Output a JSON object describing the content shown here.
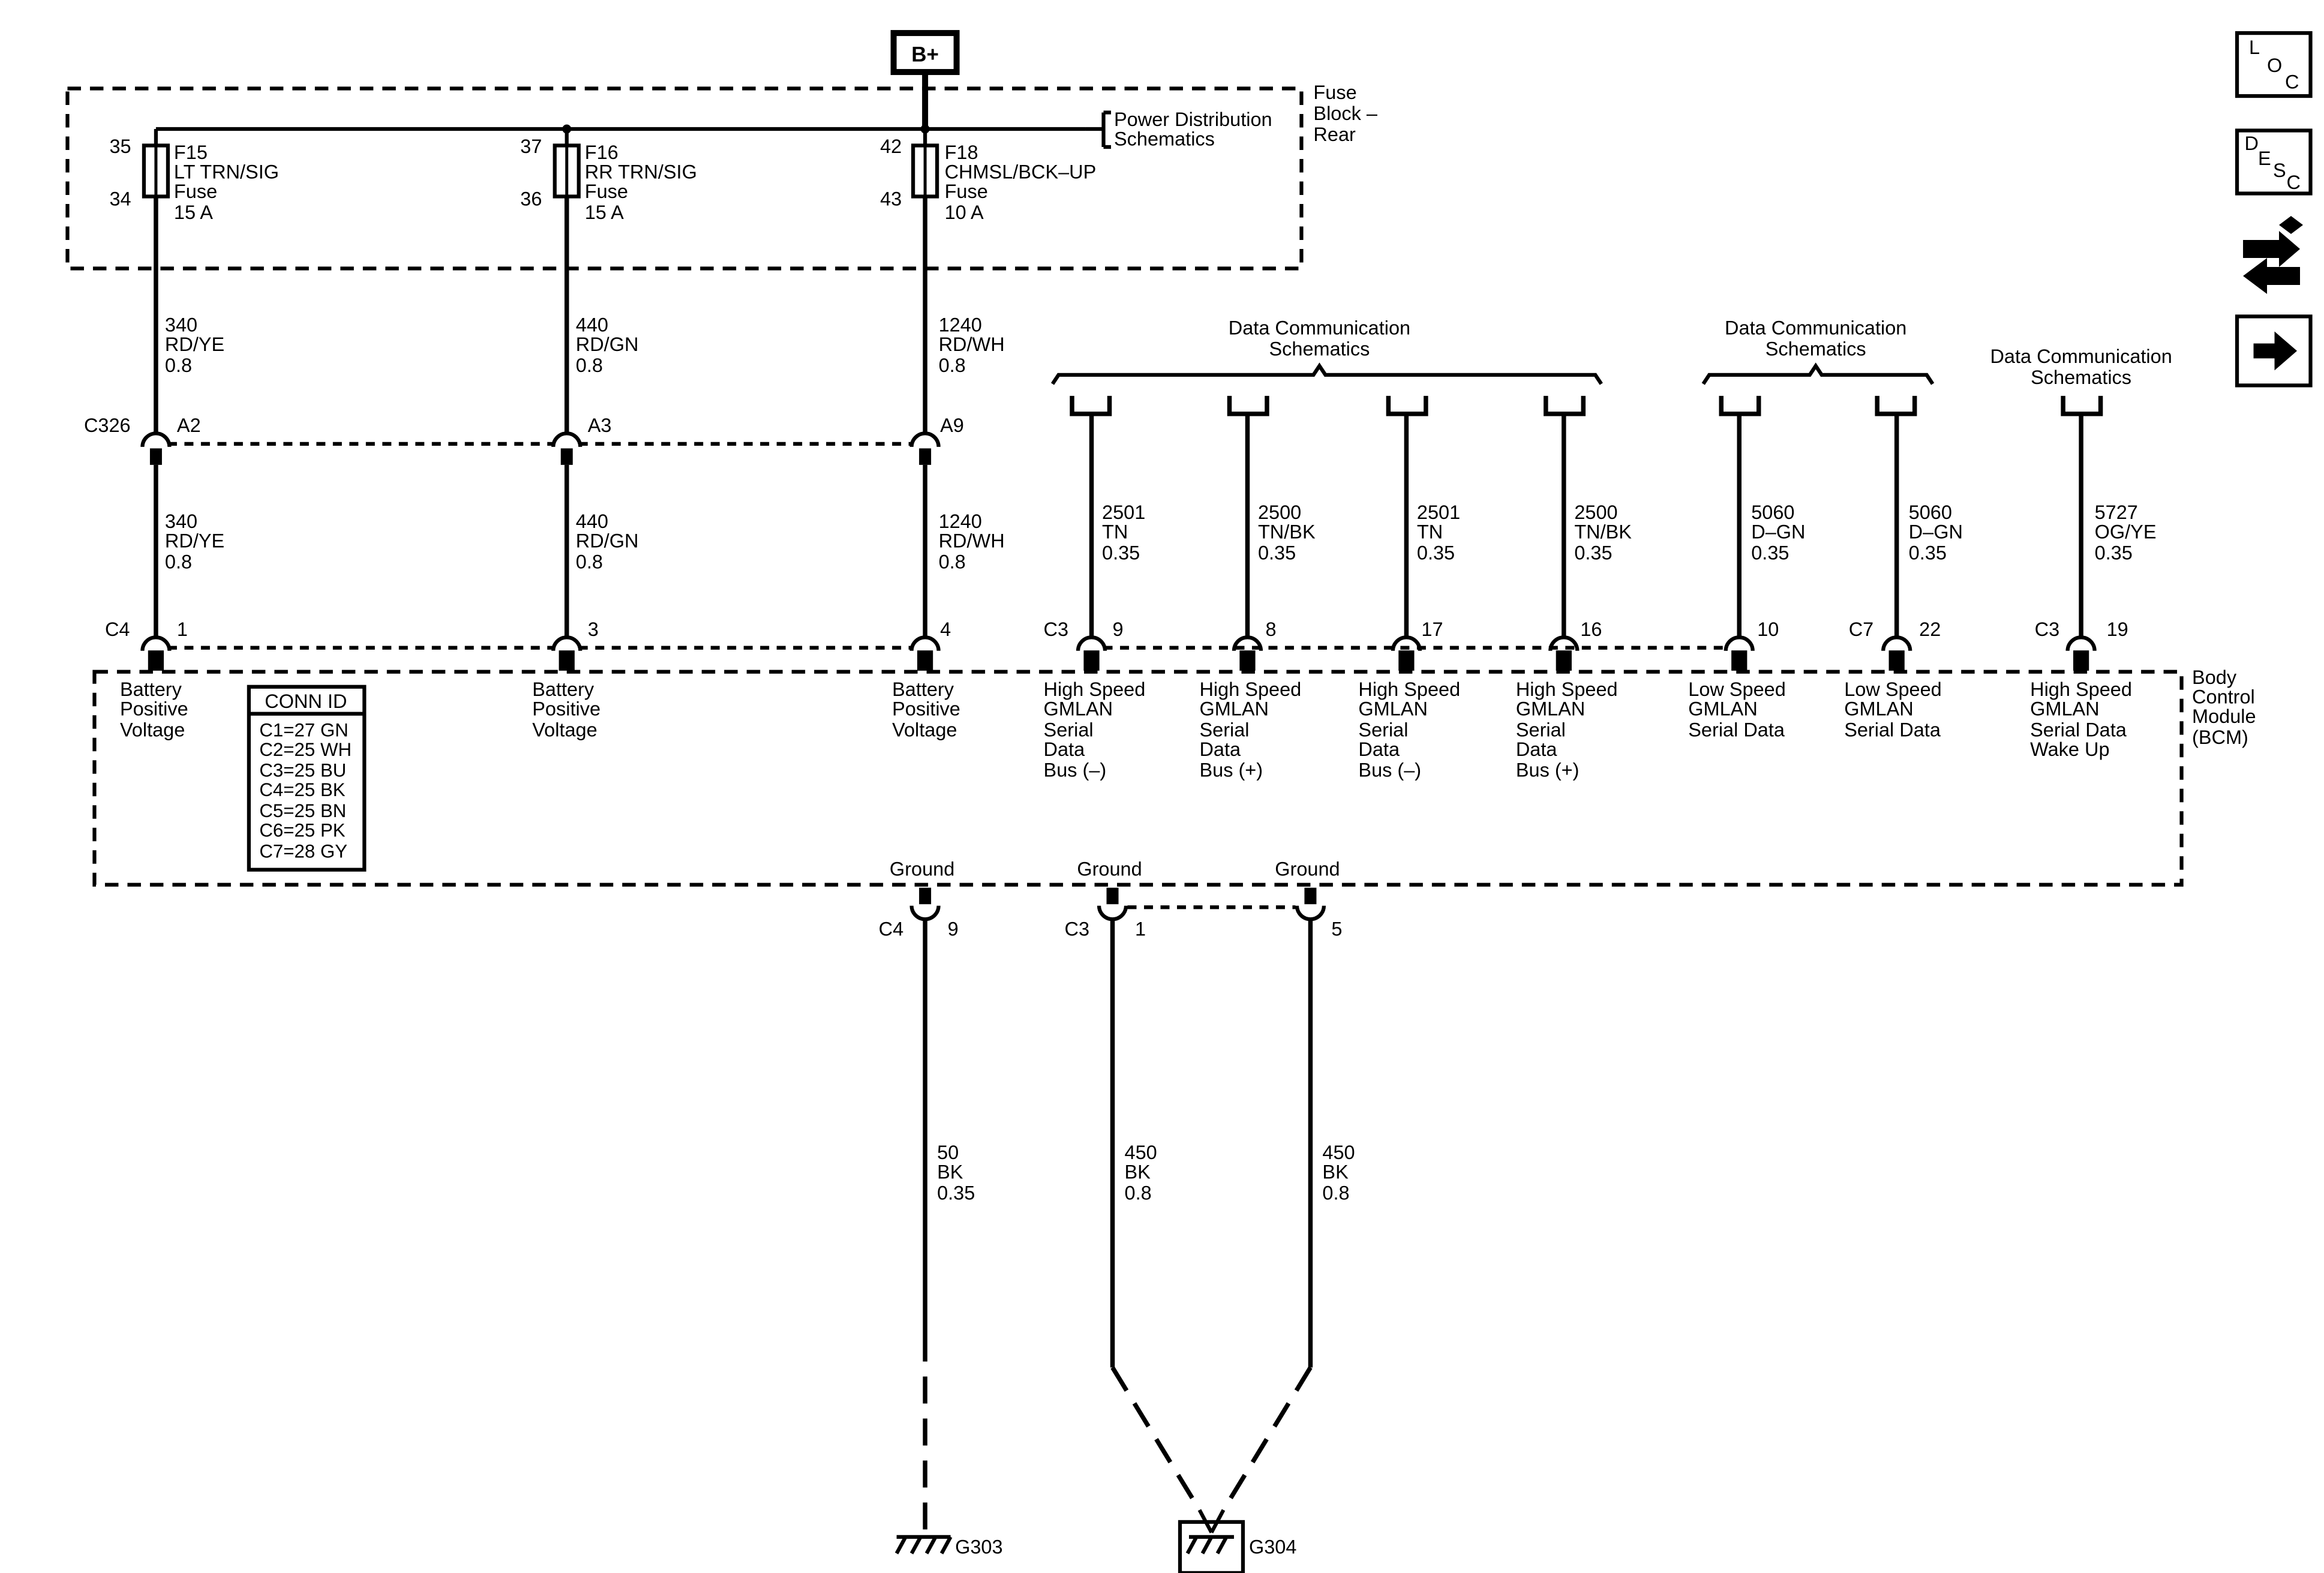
{
  "battery": "B+",
  "fuse_block": {
    "name_lines": [
      "Fuse",
      "Block –",
      "Rear"
    ],
    "pdist_lines": [
      "Power Distribution",
      "Schematics"
    ],
    "fuses": [
      {
        "id": "F15",
        "name": "LT TRN/SIG",
        "kind": "Fuse",
        "rating": "15 A",
        "pin_top": "35",
        "pin_bot": "34"
      },
      {
        "id": "F16",
        "name": "RR TRN/SIG",
        "kind": "Fuse",
        "rating": "15 A",
        "pin_top": "37",
        "pin_bot": "36"
      },
      {
        "id": "F18",
        "name": "CHMSL/BCK–UP",
        "kind": "Fuse",
        "rating": "10 A",
        "pin_top": "42",
        "pin_bot": "43"
      }
    ]
  },
  "c326": {
    "label": "C326",
    "pins": [
      "A2",
      "A3",
      "A9"
    ],
    "upper_wires": [
      {
        "circuit": "340",
        "color": "RD/YE",
        "gauge": "0.8"
      },
      {
        "circuit": "440",
        "color": "RD/GN",
        "gauge": "0.8"
      },
      {
        "circuit": "1240",
        "color": "RD/WH",
        "gauge": "0.8"
      }
    ],
    "lower_wires": [
      {
        "circuit": "340",
        "color": "RD/YE",
        "gauge": "0.8"
      },
      {
        "circuit": "440",
        "color": "RD/GN",
        "gauge": "0.8"
      },
      {
        "circuit": "1240",
        "color": "RD/WH",
        "gauge": "0.8"
      }
    ]
  },
  "datacomm": {
    "group1_lines": [
      "Data Communication",
      "Schematics"
    ],
    "group2_lines": [
      "Data Communication",
      "Schematics"
    ],
    "group3_lines": [
      "Data Communication",
      "Schematics"
    ],
    "wires": [
      {
        "circuit": "2501",
        "color": "TN",
        "gauge": "0.35"
      },
      {
        "circuit": "2500",
        "color": "TN/BK",
        "gauge": "0.35"
      },
      {
        "circuit": "2501",
        "color": "TN",
        "gauge": "0.35"
      },
      {
        "circuit": "2500",
        "color": "TN/BK",
        "gauge": "0.35"
      },
      {
        "circuit": "5060",
        "color": "D–GN",
        "gauge": "0.35"
      },
      {
        "circuit": "5060",
        "color": "D–GN",
        "gauge": "0.35"
      },
      {
        "circuit": "5727",
        "color": "OG/YE",
        "gauge": "0.35"
      }
    ]
  },
  "bcm": {
    "name_lines": [
      "Body",
      "Control",
      "Module",
      "(BCM)"
    ],
    "conn_labels": {
      "c4": "C4",
      "c3a": "C3",
      "c7": "C7",
      "c3b": "C3"
    },
    "pins": [
      "1",
      "3",
      "4",
      "9",
      "8",
      "17",
      "16",
      "10",
      "22",
      "19"
    ],
    "inputs": [
      [
        "Battery",
        "Positive",
        "Voltage"
      ],
      [
        "Battery",
        "Positive",
        "Voltage"
      ],
      [
        "Battery",
        "Positive",
        "Voltage"
      ],
      [
        "High Speed",
        "GMLAN",
        "Serial",
        "Data",
        "Bus (–)"
      ],
      [
        "High Speed",
        "GMLAN",
        "Serial",
        "Data",
        "Bus (+)"
      ],
      [
        "High Speed",
        "GMLAN",
        "Serial",
        "Data",
        "Bus (–)"
      ],
      [
        "High Speed",
        "GMLAN",
        "Serial",
        "Data",
        "Bus (+)"
      ],
      [
        "Low Speed",
        "GMLAN",
        "Serial Data"
      ],
      [
        "Low Speed",
        "GMLAN",
        "Serial Data"
      ],
      [
        "High Speed",
        "GMLAN",
        "Serial Data",
        "Wake Up"
      ]
    ],
    "conn_id": {
      "title": "CONN ID",
      "rows": [
        "C1=27 GN",
        "C2=25 WH",
        "C3=25 BU",
        "C4=25 BK",
        "C5=25 BN",
        "C6=25 PK",
        "C7=28 GY"
      ]
    },
    "grounds": [
      "Ground",
      "Ground",
      "Ground"
    ],
    "ground_conn": {
      "c4": "C4",
      "c3": "C3",
      "p9": "9",
      "p1": "1",
      "p5": "5"
    }
  },
  "ground_wires": [
    {
      "circuit": "50",
      "color": "BK",
      "gauge": "0.35"
    },
    {
      "circuit": "450",
      "color": "BK",
      "gauge": "0.8"
    },
    {
      "circuit": "450",
      "color": "BK",
      "gauge": "0.8"
    }
  ],
  "ground_points": [
    "G303",
    "G304"
  ],
  "nav": {
    "loc": {
      "a": "L",
      "b": "O",
      "c": "C"
    },
    "desc": {
      "a": "D",
      "b": "E",
      "c": "S",
      "d": "C"
    },
    "icons": [
      "location-icon",
      "description-icon",
      "connector-swap-icon",
      "next-arrow-icon"
    ]
  }
}
